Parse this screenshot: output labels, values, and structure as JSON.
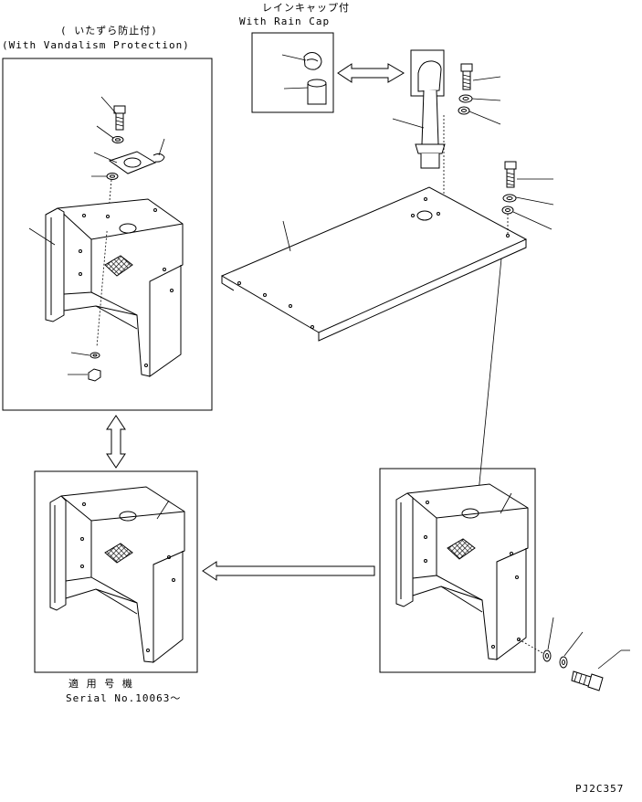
{
  "labels": {
    "rain_cap_jp": "レインキャップ付",
    "rain_cap_en": "With Rain Cap",
    "vandalism_jp": "( いたずら防止付)",
    "vandalism_en": "(With Vandalism Protection)",
    "serial_jp": "適 用 号 機",
    "serial_en": "Serial No.10063～",
    "drawing_code": "PJ2C357"
  },
  "icons": {
    "arrow_double_horizontal": "double-arrow-horizontal-icon",
    "arrow_double_vertical": "double-arrow-vertical-icon",
    "arrow_left": "arrow-left-icon"
  },
  "colors": {
    "line": "#000000",
    "background": "#ffffff"
  }
}
